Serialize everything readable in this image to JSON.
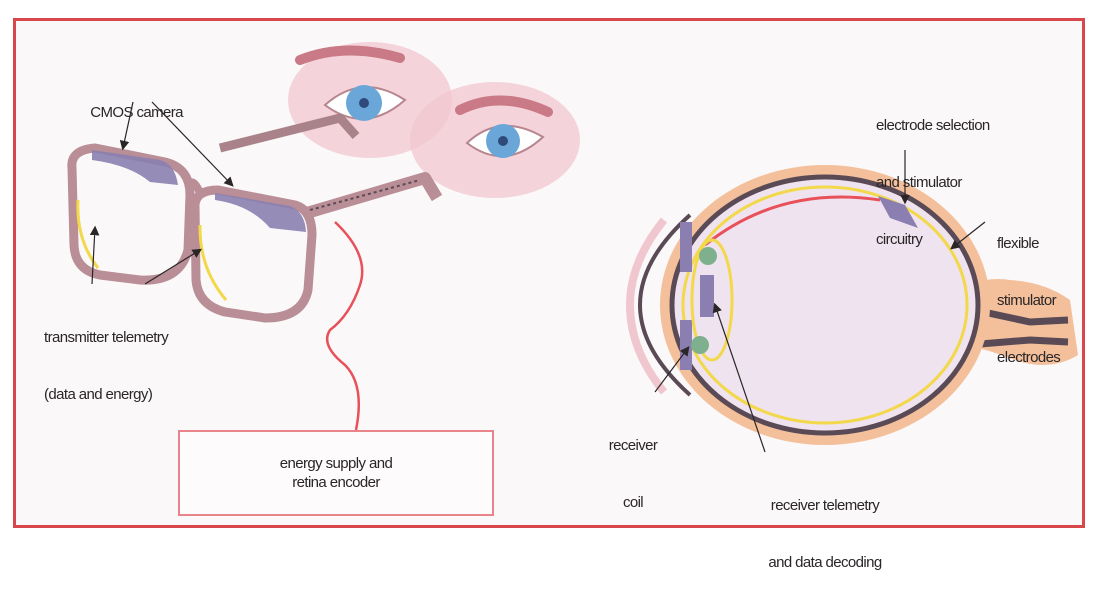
{
  "labels": {
    "cmos_camera": "CMOS camera",
    "transmitter_telemetry": [
      "transmitter telemetry",
      "(data and energy)"
    ],
    "energy_supply": [
      "energy supply and",
      "retina encoder"
    ],
    "electrode_selection": [
      "electrode selection",
      "and stimulator",
      "circuitry"
    ],
    "flexible_electrodes": [
      "flexible",
      "stimulator",
      "electrodes"
    ],
    "receiver_coil": [
      "receiver",
      "coil"
    ],
    "receiver_telemetry": [
      "receiver telemetry",
      "and data decoding"
    ]
  },
  "colors": {
    "frame_border": "#d8474c",
    "glasses_frame": "#b98e96",
    "glasses_lens_tint": "#8a7fb0",
    "cable": "#e8505a",
    "coil_yellow": "#f2d84a",
    "eyeball_fill": "#efe3ef",
    "iris_blue": "#6aa7d8",
    "skin_pink": "#f1c7cf",
    "optic_nerve": "#f3c09b",
    "text": "#2a2526"
  }
}
